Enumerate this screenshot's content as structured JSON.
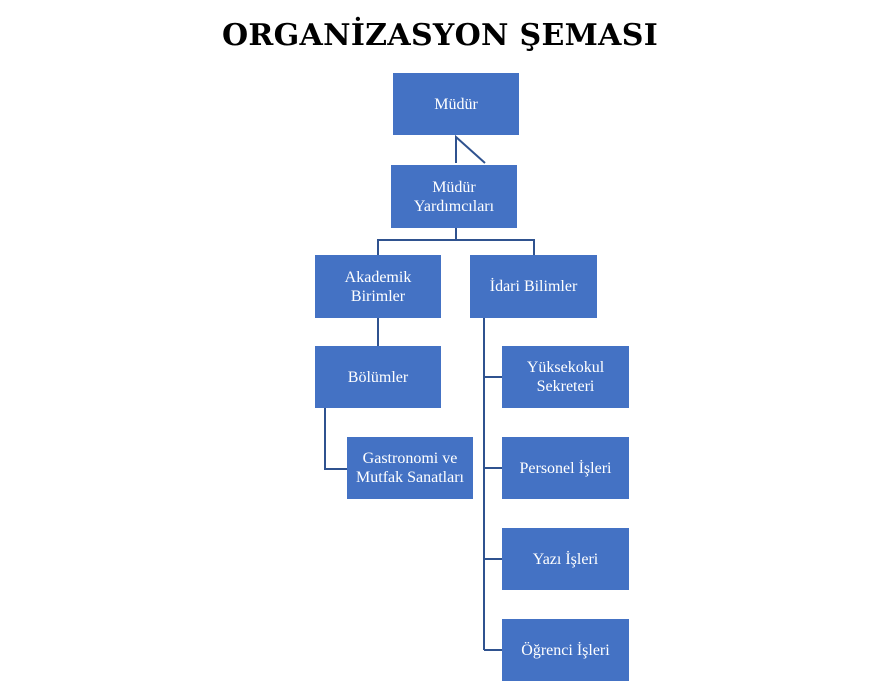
{
  "title": "ORGANİZASYON ŞEMASI",
  "colors": {
    "box_fill": "#4472c4",
    "box_text": "#ffffff",
    "connector": "#2f528f"
  },
  "nodes": {
    "mudur": "Müdür",
    "mudur_yardimcilari": "Müdür\nYardımcıları",
    "akademik_birimler": "Akademik\nBirimler",
    "idari_bilimler": "İdari Bilimler",
    "bolumler": "Bölümler",
    "gastronomi": "Gastronomi ve\nMutfak Sanatları",
    "yuksekokul_sekreteri": "Yüksekokul\nSekreteri",
    "personel_isleri": "Personel İşleri",
    "yazi_isleri": "Yazı İşleri",
    "ogrenci_isleri": "Öğrenci İşleri"
  }
}
